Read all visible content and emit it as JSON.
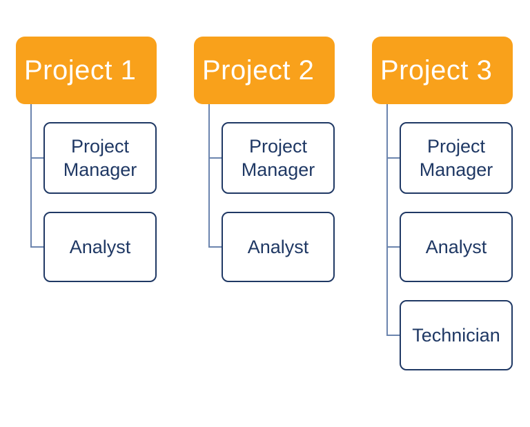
{
  "diagram": {
    "type": "org-hierarchy",
    "columns": [
      {
        "header": "Project 1",
        "children": [
          "Project Manager",
          "Analyst"
        ]
      },
      {
        "header": "Project 2",
        "children": [
          "Project Manager",
          "Analyst"
        ]
      },
      {
        "header": "Project 3",
        "children": [
          "Project Manager",
          "Analyst",
          "Technician"
        ]
      }
    ],
    "colors": {
      "header_bg": "#F9A11B",
      "header_text": "#FFFFFF",
      "node_border": "#1F3864",
      "node_text": "#1F3864",
      "node_bg": "#FFFFFF",
      "connector": "#6B84AE",
      "background": "#FFFFFF"
    }
  }
}
